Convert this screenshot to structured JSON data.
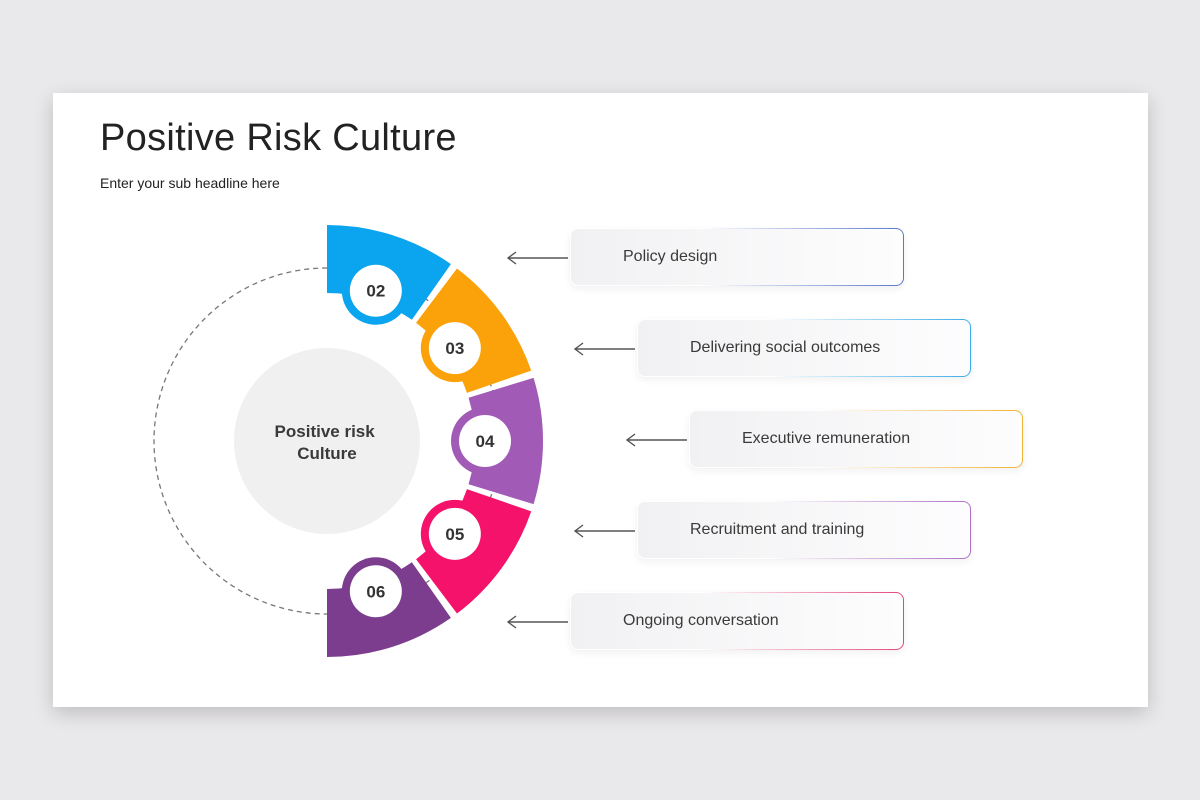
{
  "title": "Positive Risk Culture",
  "subtitle": "Enter your sub headline here",
  "center_label": [
    "Positive risk",
    "Culture"
  ],
  "segments": [
    {
      "number": "02",
      "color": "#0ba4ee"
    },
    {
      "number": "03",
      "color": "#fba10a"
    },
    {
      "number": "04",
      "color": "#a15ab6"
    },
    {
      "number": "05",
      "color": "#f4126a"
    },
    {
      "number": "06",
      "color": "#7c3d8f"
    }
  ],
  "items": [
    {
      "label": "Policy design",
      "accent": "#5a77cc"
    },
    {
      "label": "Delivering social outcomes",
      "accent": "#3aaee8"
    },
    {
      "label": "Executive remuneration",
      "accent": "#f2b233"
    },
    {
      "label": "Recruitment and training",
      "accent": "#b070c6"
    },
    {
      "label": "Ongoing conversation",
      "accent": "#e2477e"
    }
  ],
  "colors": {
    "background": "#e9e8ea",
    "slide": "#ffffff",
    "center_circle": "#f0f0f1",
    "text": "#222222"
  }
}
